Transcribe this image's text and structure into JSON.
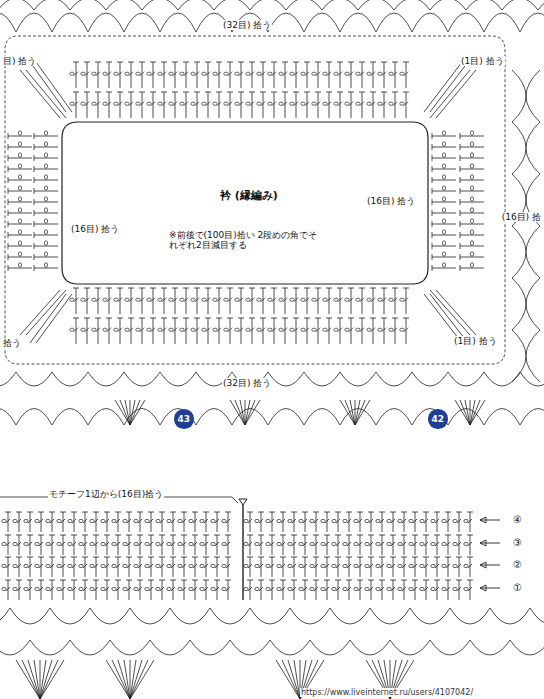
{
  "diagram": {
    "title": "衿 (縁編み)",
    "nodes": [
      {
        "text": [
          "43"
        ]
      },
      {
        "text": [
          "42"
        ]
      }
    ],
    "edges": [],
    "labels": [
      "(32目) 拾う",
      "目) 拾う",
      "(1目) 拾う",
      "(16目) 拾う",
      "※前後で(100目)拾い 2段めの角でそれぞれ2目減目する",
      "(16目) 拾う",
      "(16目) 拾",
      "拾う",
      "(1目) 拾う",
      "(32目) 拾う",
      "モチーフ1辺から(16目)拾う",
      "④",
      "③",
      "②",
      "①",
      "https://www.liveinternet.ru/users/4107042/"
    ]
  }
}
